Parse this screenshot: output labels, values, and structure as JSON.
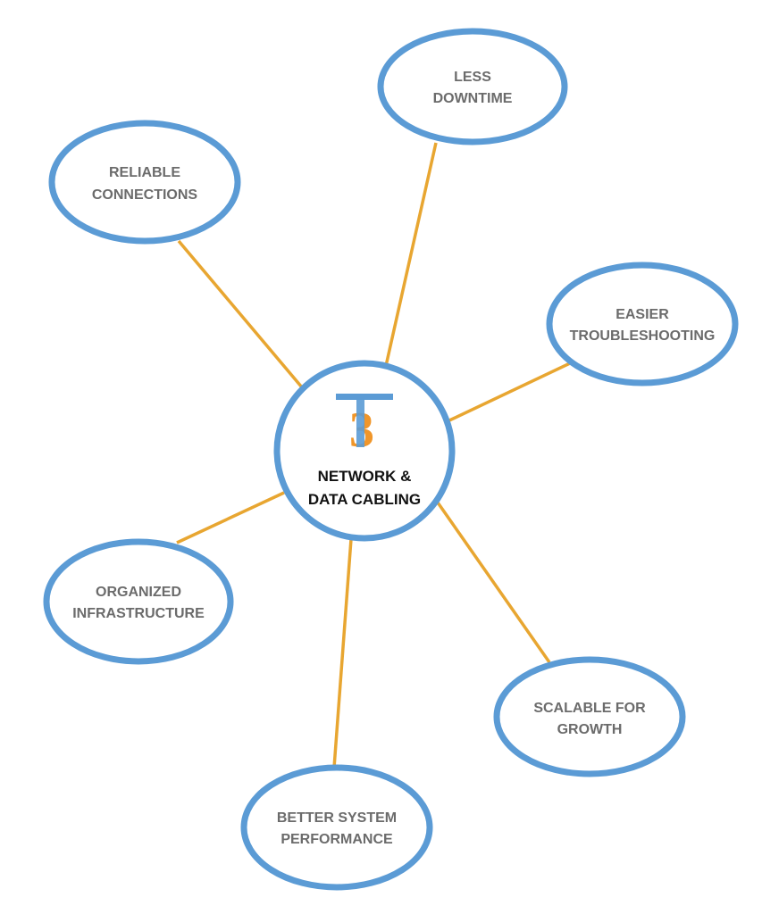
{
  "center": {
    "line1": "NETWORK &",
    "line2": "DATA CABLING",
    "logo_text": "T3"
  },
  "nodes": [
    {
      "id": "less-downtime",
      "line1": "LESS",
      "line2": "DOWNTIME"
    },
    {
      "id": "reliable-connections",
      "line1": "RELIABLE",
      "line2": "CONNECTIONS"
    },
    {
      "id": "easier-troubleshooting",
      "line1": "EASIER",
      "line2": "TROUBLESHOOTING"
    },
    {
      "id": "organized-infrastructure",
      "line1": "ORGANIZED",
      "line2": "INFRASTRUCTURE"
    },
    {
      "id": "scalable-for-growth",
      "line1": "SCALABLE FOR",
      "line2": "GROWTH"
    },
    {
      "id": "better-system-performance",
      "line1": "BETTER SYSTEM",
      "line2": "PERFORMANCE"
    }
  ],
  "colors": {
    "node_border": "#5b9bd5",
    "connector": "#e8a631",
    "logo_orange": "#f0962a",
    "logo_blue": "#5b9bd5"
  }
}
